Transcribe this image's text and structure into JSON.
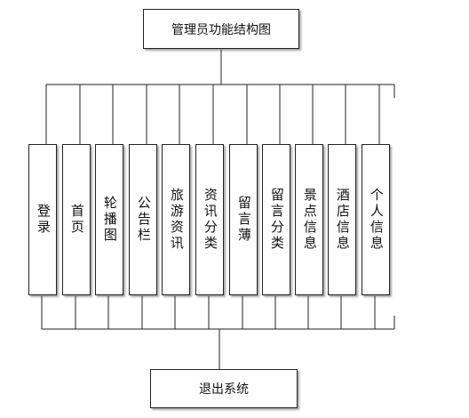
{
  "diagram": {
    "title": "管理员功能结构图",
    "modules": [
      {
        "label": "登录"
      },
      {
        "label": "首页"
      },
      {
        "label": "轮播图"
      },
      {
        "label": "公告栏"
      },
      {
        "label": "旅游资讯"
      },
      {
        "label": "资讯分类"
      },
      {
        "label": "留言薄"
      },
      {
        "label": "留言分类"
      },
      {
        "label": "景点信息"
      },
      {
        "label": "酒店信息"
      },
      {
        "label": "个人信息"
      }
    ],
    "exit": "退出系统"
  }
}
